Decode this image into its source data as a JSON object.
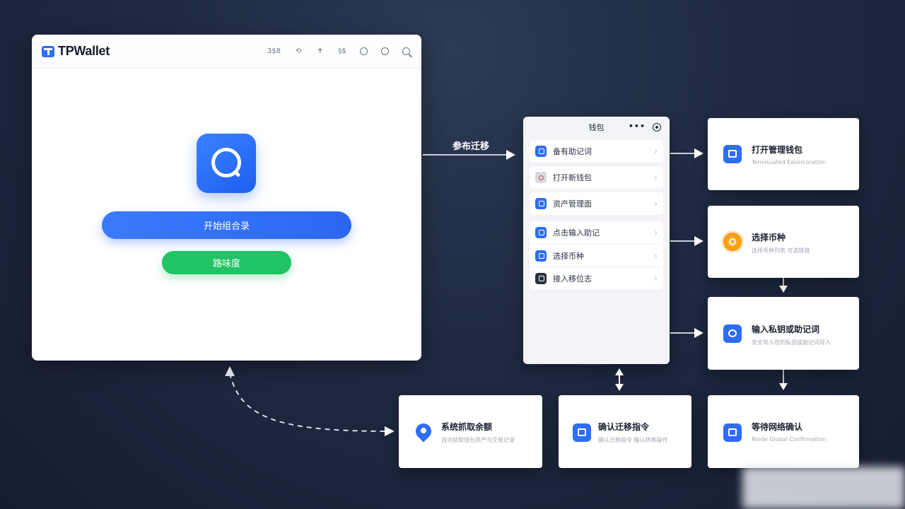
{
  "app": {
    "title": "TPWallet"
  },
  "toolbar": {
    "item1": "3$8",
    "item2": "⟲",
    "item3": "✝",
    "item4": "§$"
  },
  "main": {
    "primary_button": "开始组合录",
    "secondary_button": "路味度"
  },
  "flow_label": "参布迁移",
  "phone": {
    "title": "钱包",
    "rows_group1": [
      {
        "label": "备有助记词"
      },
      {
        "label": "打开新钱包"
      },
      {
        "label": "资产管理面"
      }
    ],
    "rows_group2": [
      {
        "label": "点击输入助记"
      },
      {
        "label": "选择币种"
      },
      {
        "label": "接入移位志"
      }
    ]
  },
  "cards": {
    "open_manage": {
      "title": "打开管理钱包",
      "subtitle": "Tenvisuated  Easorcoration"
    },
    "select_coin": {
      "title": "选择币种",
      "subtitle": "选择币种列表  可选链路"
    },
    "input_key": {
      "title": "输入私钥或助记词",
      "subtitle": "安全导入您的私钥或助记词导入"
    },
    "fetch_balance": {
      "title": "系统抓取余额",
      "subtitle": "自动获取钱包资产与交易记录"
    },
    "confirm_migrate": {
      "title": "确认迁移指令",
      "subtitle": "确认迁移指令  确认转移操作"
    },
    "wait_network": {
      "title": "等待网络确认",
      "subtitle": "Rinde  Global  Confirmation"
    }
  },
  "colors": {
    "accent": "#2f6df6",
    "success": "#21c365",
    "background": "#1f2a42"
  }
}
